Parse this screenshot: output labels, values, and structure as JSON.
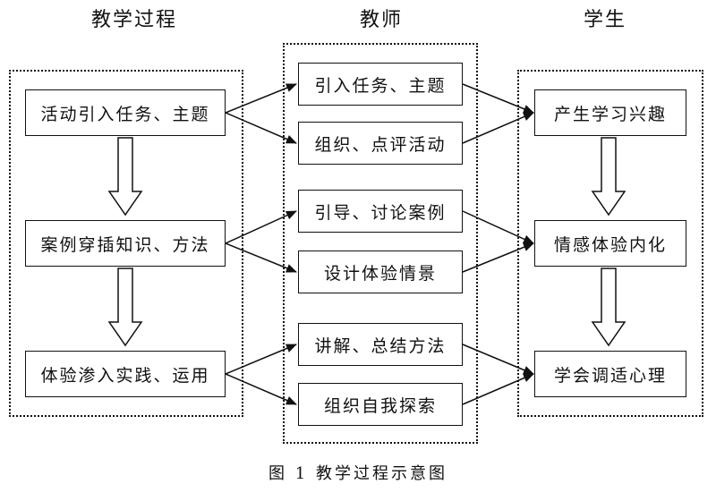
{
  "headers": {
    "process": "教学过程",
    "teacher": "教师",
    "student": "学生"
  },
  "process_steps": [
    "活动引入任务、主题",
    "案例穿插知识、方法",
    "体验渗入实践、运用"
  ],
  "teacher_actions": [
    "引入任务、主题",
    "组织、点评活动",
    "引导、讨论案例",
    "设计体验情景",
    "讲解、总结方法",
    "组织自我探索"
  ],
  "student_outcomes": [
    "产生学习兴趣",
    "情感体验内化",
    "学会调适心理"
  ],
  "caption": "图 1   教学过程示意图",
  "colors": {
    "line": "#111111",
    "background": "#ffffff"
  }
}
